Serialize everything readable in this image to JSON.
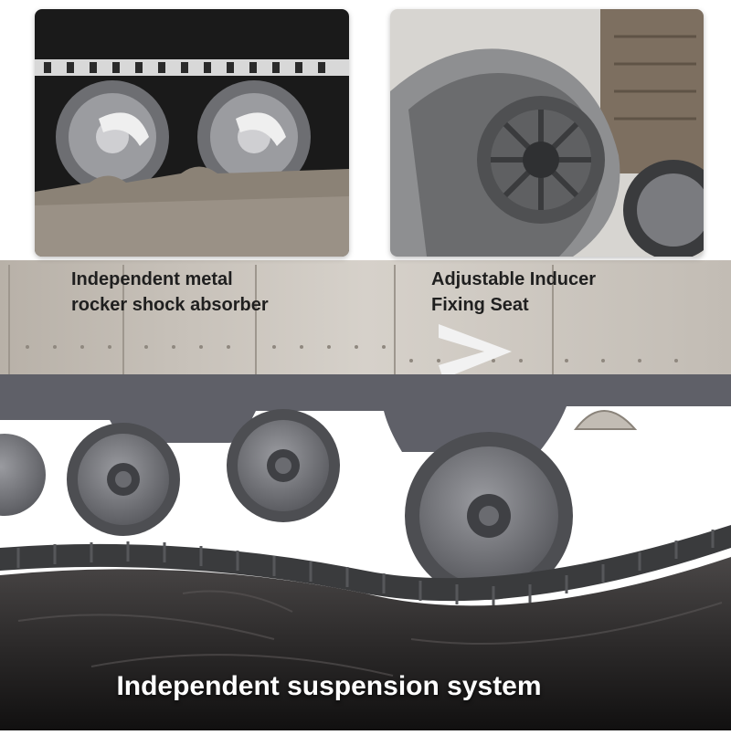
{
  "captions": {
    "left": {
      "line1": "Independent metal",
      "line2": "rocker shock absorber"
    },
    "right": {
      "line1": "Adjustable Inducer",
      "line2": "Fixing Seat"
    }
  },
  "headline": "Independent suspension system",
  "colors": {
    "hull": "#c9c3bb",
    "skirt": "#5f6068",
    "wheel": "#7a7b80",
    "track": "#3a3b3d",
    "log": "#2a2828",
    "caption_text": "#1f1f1f",
    "headline_text": "#ffffff"
  }
}
